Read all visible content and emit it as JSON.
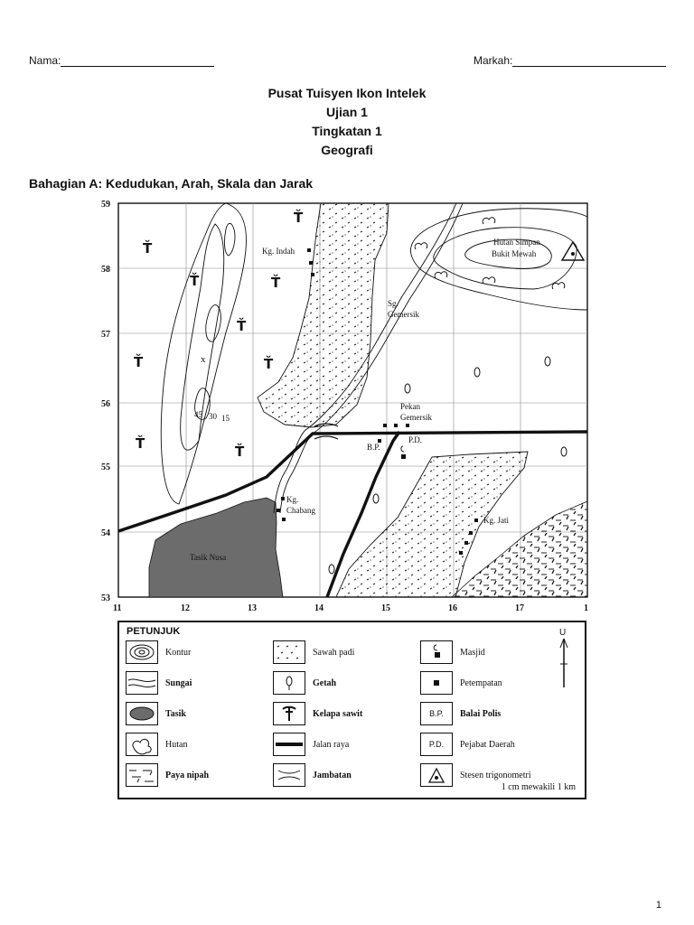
{
  "header": {
    "name_label": "Nama:",
    "mark_label": "Markah:"
  },
  "title_lines": [
    "Pusat Tuisyen Ikon Intelek",
    "Ujian 1",
    "Tingkatan 1",
    "Geografi"
  ],
  "section_heading": "Bahagian A: Kedudukan, Arah, Skala dan Jarak",
  "map": {
    "northing_labels": [
      "59",
      "58",
      "57",
      "56",
      "55",
      "54",
      "53"
    ],
    "easting_labels": [
      "11",
      "12",
      "13",
      "14",
      "15",
      "16",
      "17",
      "1"
    ],
    "place_labels": {
      "kg_indah": "Kg. Indah",
      "sg_gemersik_1": "Sg.",
      "sg_gemersik_2": "Gemersik",
      "hutan_simpan_1": "Hutan Simpan",
      "hutan_simpan_2": "Bukit Mewah",
      "pekan_1": "Pekan",
      "pekan_2": "Gemersik",
      "bp": "B.P.",
      "pd": "P.D.",
      "kg_chabang_1": "Kg.",
      "kg_chabang_2": "Chabang",
      "kg_jati": "Kg. Jati",
      "tasik_nusa": "Tasik Nusa",
      "x_mark": "x",
      "contour_45": "45",
      "contour_30": "30",
      "contour_15": "15"
    }
  },
  "legend": {
    "title": "PETUNJUK",
    "items": [
      {
        "label": "Kontur",
        "icon": "contour-icon"
      },
      {
        "label": "Sungai",
        "icon": "river-icon"
      },
      {
        "label": "Tasik",
        "icon": "lake-icon"
      },
      {
        "label": "Hutan",
        "icon": "forest-icon"
      },
      {
        "label": "Paya nipah",
        "icon": "swamp-icon"
      },
      {
        "label": "Sawah padi",
        "icon": "paddy-icon"
      },
      {
        "label": "Getah",
        "icon": "rubber-icon"
      },
      {
        "label": "Kelapa sawit",
        "icon": "oil-palm-icon"
      },
      {
        "label": "Jalan raya",
        "icon": "road-icon"
      },
      {
        "label": "Jambatan",
        "icon": "bridge-icon"
      },
      {
        "label": "Masjid",
        "icon": "mosque-icon"
      },
      {
        "label": "Petempatan",
        "icon": "settlement-icon"
      },
      {
        "label": "Balai Polis",
        "icon": "police-icon",
        "code": "B.P."
      },
      {
        "label": "Pejabat Daerah",
        "icon": "district-office-icon",
        "code": "P.D."
      },
      {
        "label": "Stesen trigonometri",
        "icon": "trig-station-icon"
      }
    ],
    "north_label": "U",
    "scale": "1 cm mewakili 1 km"
  },
  "page_number": "1"
}
